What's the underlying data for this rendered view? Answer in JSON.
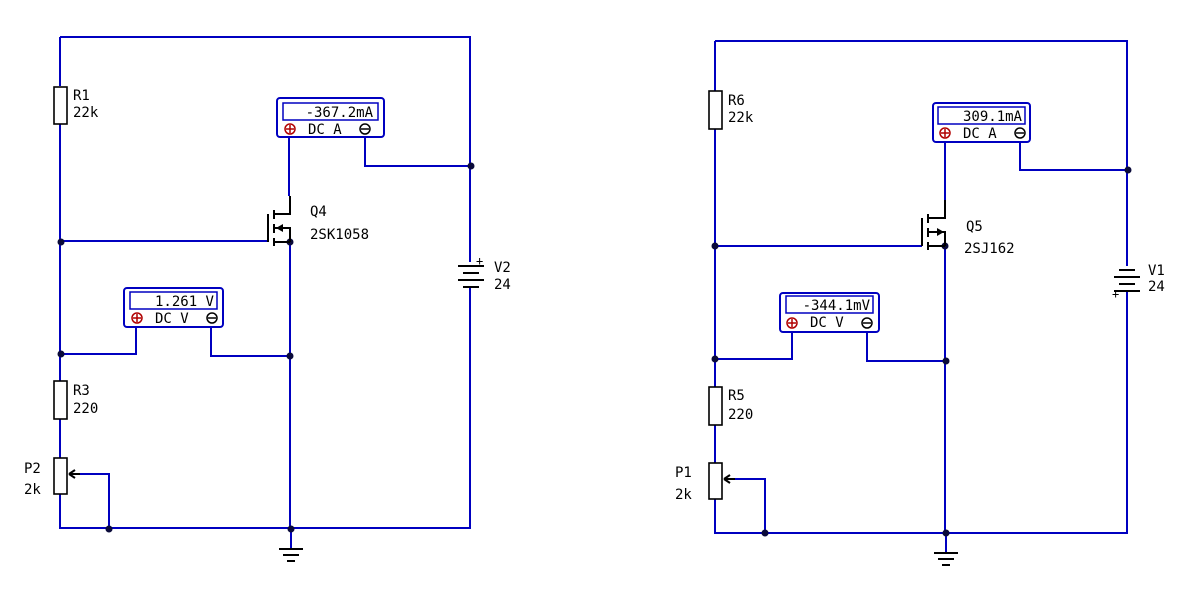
{
  "left_circuit": {
    "r1": {
      "name": "R1",
      "value": "22k"
    },
    "r3": {
      "name": "R3",
      "value": "220"
    },
    "p2": {
      "name": "P2",
      "value": "2k"
    },
    "q4": {
      "name": "Q4",
      "part": "2SK1058"
    },
    "v2": {
      "name": "V2",
      "value": "24",
      "polarity": "+"
    },
    "ammeter": {
      "reading": "-367.2mA",
      "mode": "DC A"
    },
    "voltmeter": {
      "reading": "1.261 V",
      "mode": "DC V"
    }
  },
  "right_circuit": {
    "r6": {
      "name": "R6",
      "value": "22k"
    },
    "r5": {
      "name": "R5",
      "value": "220"
    },
    "p1": {
      "name": "P1",
      "value": "2k"
    },
    "q5": {
      "name": "Q5",
      "part": "2SJ162"
    },
    "v1": {
      "name": "V1",
      "value": "24",
      "polarity": "+"
    },
    "ammeter": {
      "reading": "309.1mA",
      "mode": "DC A"
    },
    "voltmeter": {
      "reading": "-344.1mV",
      "mode": "DC V"
    }
  },
  "colors": {
    "wire": "#0000c0",
    "component": "#000000",
    "plus_terminal": "#b00000"
  }
}
